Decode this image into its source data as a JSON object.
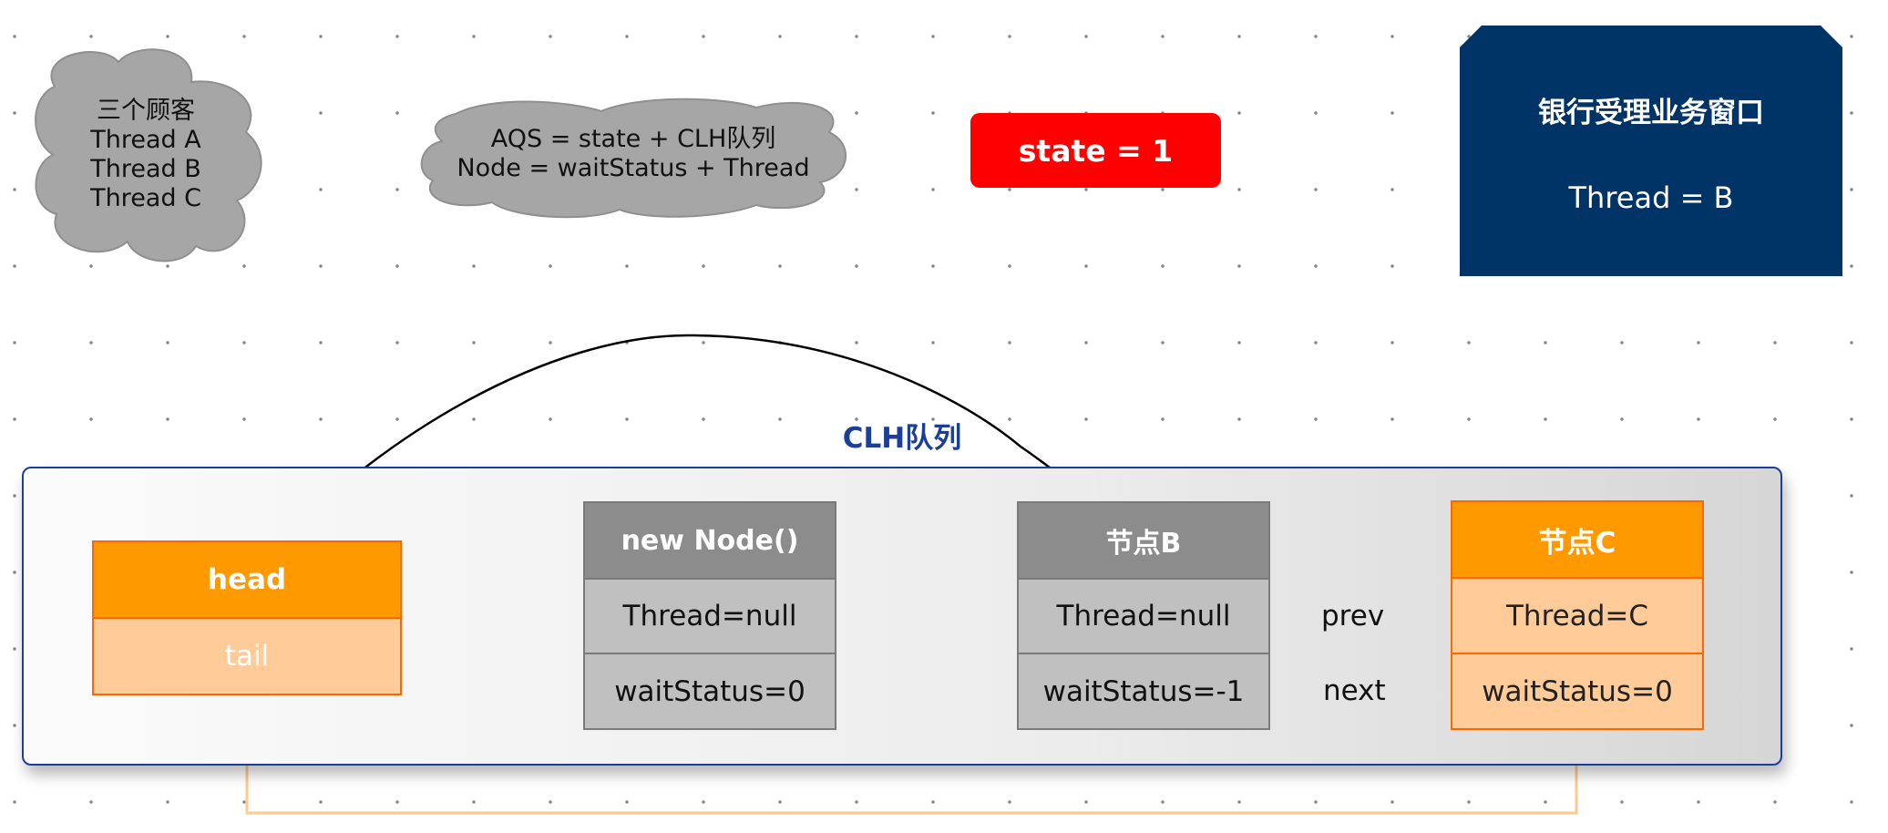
{
  "customers_cloud": {
    "lines": [
      "三个顾客",
      "Thread A",
      "Thread B",
      "Thread C"
    ]
  },
  "aqs_cloud": {
    "lines": [
      "AQS = state + CLH队列",
      "Node = waitStatus + Thread"
    ]
  },
  "state_box": {
    "label": "state = 1",
    "color": "#ff0000"
  },
  "bank_window": {
    "title": "银行受理业务窗口",
    "thread": "Thread = B",
    "color": "#003366"
  },
  "clh_queue": {
    "label": "CLH队列",
    "border_color": "#1a3e9a"
  },
  "head_node": {
    "head": "head",
    "tail": "tail"
  },
  "new_node": {
    "title": "new Node()",
    "thread": "Thread=null",
    "wait_status": "waitStatus=0"
  },
  "node_b": {
    "title": "节点B",
    "thread": "Thread=null",
    "wait_status": "waitStatus=-1"
  },
  "node_c": {
    "title": "节点C",
    "thread": "Thread=C",
    "wait_status": "waitStatus=0"
  },
  "links": {
    "prev": "prev",
    "next": "next"
  },
  "colors": {
    "orange": "#ff9900",
    "orange_light": "#ffcc99",
    "orange_line": "#ff6600",
    "gray": "#8c8c8c",
    "gray_light": "#c0c0c0"
  }
}
